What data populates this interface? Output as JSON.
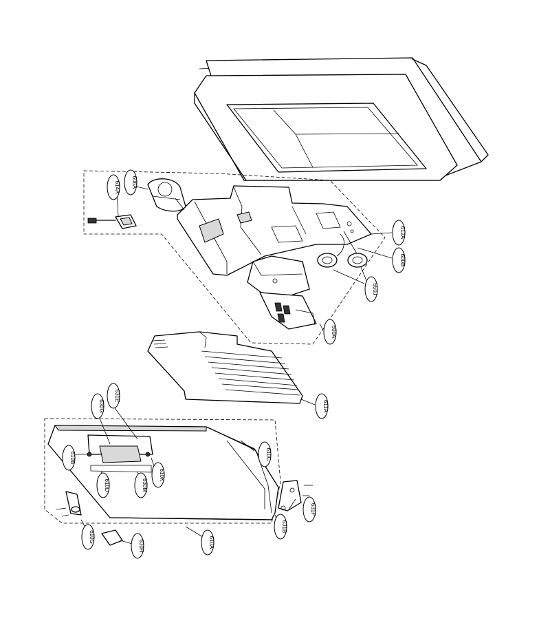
{
  "diagram": {
    "callouts": [
      {
        "id": "c-612a",
        "label": "612A"
      },
      {
        "id": "c-600b",
        "label": "600B"
      },
      {
        "id": "c-650j",
        "label": "650J"
      },
      {
        "id": "c-600a",
        "label": "600A"
      },
      {
        "id": "c-606a",
        "label": "606A"
      },
      {
        "id": "c-614a",
        "label": "614A"
      },
      {
        "id": "c-611a",
        "label": "611A"
      },
      {
        "id": "c-631e",
        "label": "631E"
      },
      {
        "id": "c-630g",
        "label": "630G"
      },
      {
        "id": "c-610c",
        "label": "610C"
      },
      {
        "id": "c-610b",
        "label": "610B"
      },
      {
        "id": "c-610d",
        "label": "610D"
      },
      {
        "id": "c-630m",
        "label": "630M"
      },
      {
        "id": "c-610k",
        "label": "610K"
      },
      {
        "id": "c-610g",
        "label": "610G"
      },
      {
        "id": "c-630h",
        "label": "630H"
      },
      {
        "id": "c-610a",
        "label": "610A"
      },
      {
        "id": "c-631b",
        "label": "631B"
      },
      {
        "id": "c-631f",
        "label": "631F"
      }
    ]
  }
}
